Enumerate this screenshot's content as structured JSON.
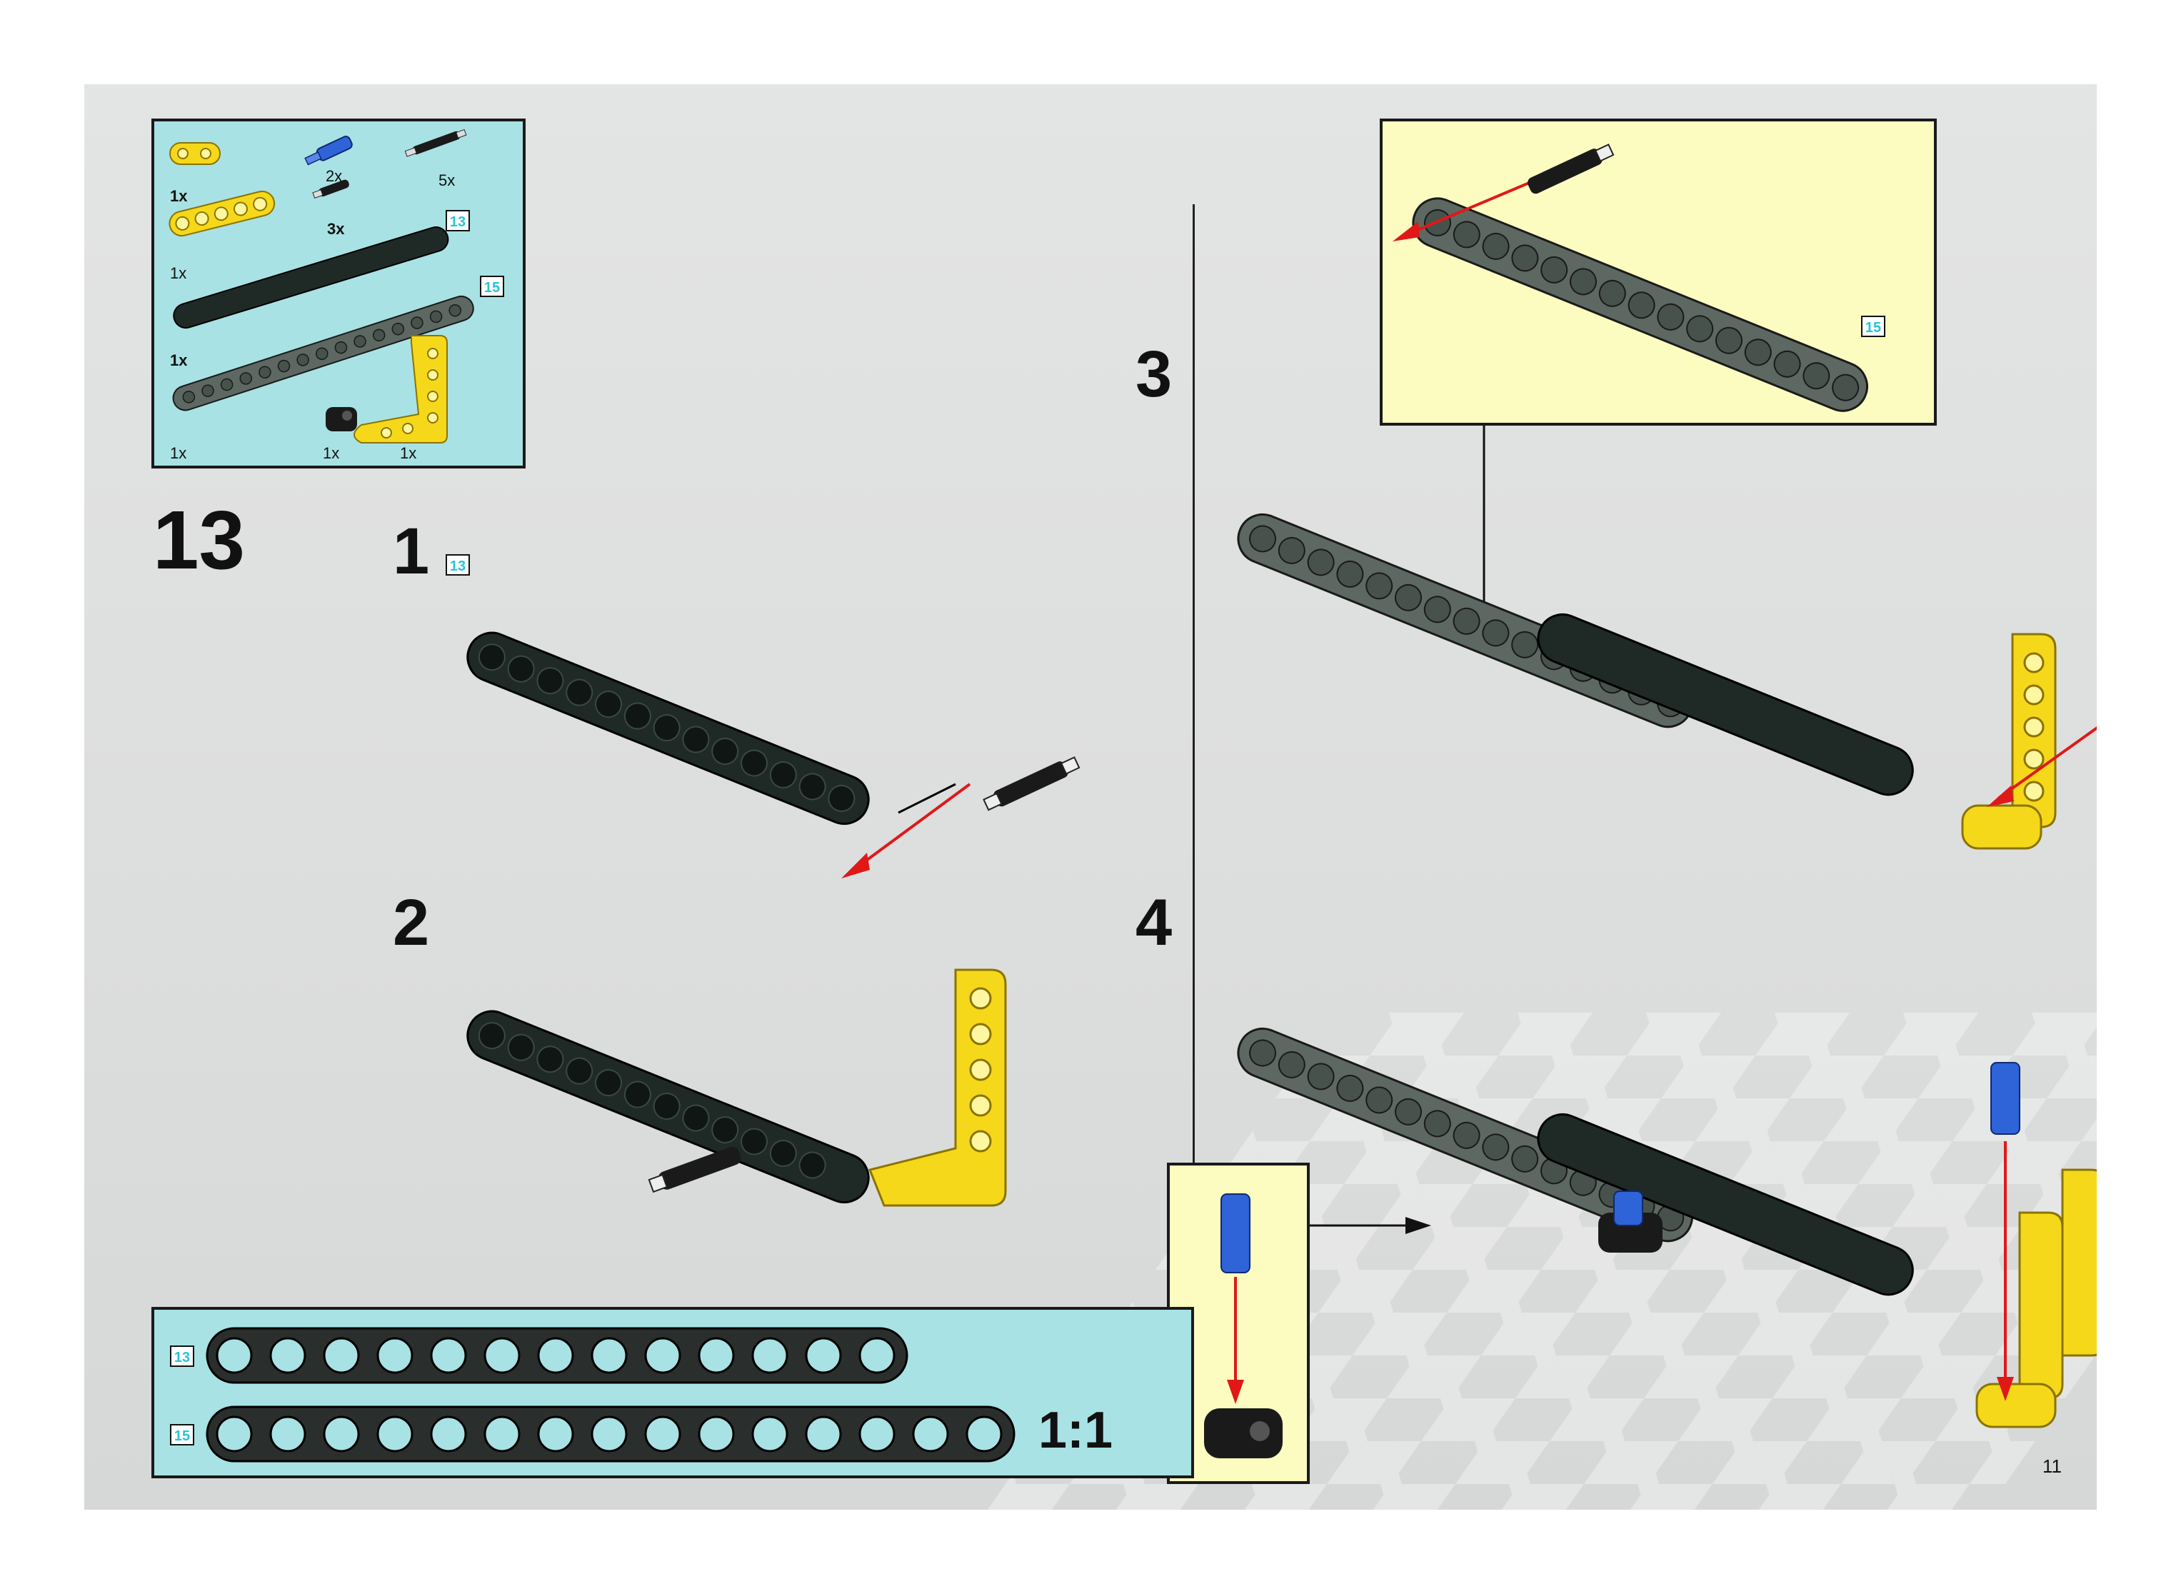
{
  "step_number": "13",
  "parts_list": [
    {
      "name": "yellow-connector",
      "qty": "1x"
    },
    {
      "name": "blue-axle-pin",
      "qty": "2x"
    },
    {
      "name": "black-long-pin",
      "qty": "5x"
    },
    {
      "name": "black-pin",
      "qty": "3x"
    },
    {
      "name": "yellow-beam-5",
      "qty": "1x"
    },
    {
      "name": "black-beam-13",
      "qty": "1x"
    },
    {
      "name": "gray-beam-15",
      "qty": "1x"
    },
    {
      "name": "black-cross-block",
      "qty": "1x"
    },
    {
      "name": "yellow-l-beam",
      "qty": "1x"
    }
  ],
  "length_badges": {
    "beam13": "13",
    "beam15": "15"
  },
  "substeps": [
    "1",
    "2",
    "3",
    "4"
  ],
  "ruler": {
    "badge13": "13",
    "badge15": "15",
    "scale": "1:1"
  },
  "page_number": "11",
  "colors": {
    "cyan_panel": "#a8e2e4",
    "yellow_panel": "#fdfcc0",
    "black_beam": "#1f2a26",
    "gray_beam": "#5d6862",
    "yellow_part": "#f6d81a",
    "blue_part": "#2f63d8",
    "arrow_red": "#e01818"
  }
}
